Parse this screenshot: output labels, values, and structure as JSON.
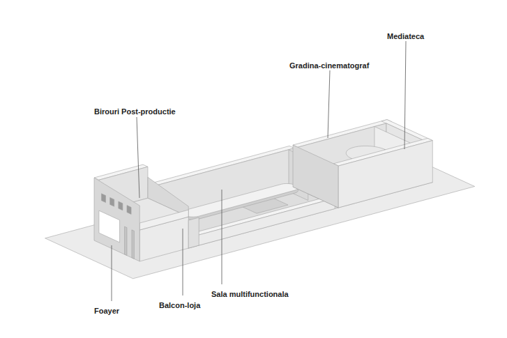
{
  "diagram": {
    "labels": [
      "Mediateca",
      "Gradina-cinematograf",
      "Birouri Post-productie",
      "Foayer",
      "Balcon-loja",
      "Sala multifunctionala"
    ]
  }
}
